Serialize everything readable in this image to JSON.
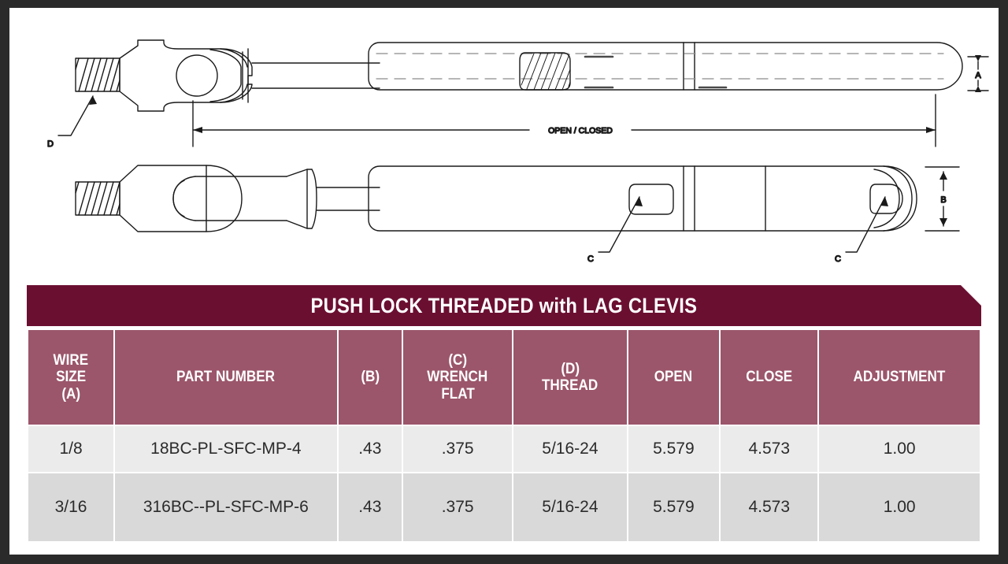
{
  "banner": {
    "title": "PUSH LOCK THREADED with LAG CLEVIS"
  },
  "drawing": {
    "dimension_open_closed": "OPEN / CLOSED",
    "label_a": "A",
    "label_b": "B",
    "label_c_left": "C",
    "label_c_right": "C",
    "label_d": "D"
  },
  "table": {
    "headers": [
      {
        "line1": "WIRE",
        "line2": "SIZE",
        "line3": "(A)"
      },
      {
        "line1": "PART NUMBER",
        "line2": "",
        "line3": ""
      },
      {
        "line1": "(B)",
        "line2": "",
        "line3": ""
      },
      {
        "line1": "(C)",
        "line2": "WRENCH",
        "line3": "FLAT"
      },
      {
        "line1": "(D)",
        "line2": "THREAD",
        "line3": ""
      },
      {
        "line1": "OPEN",
        "line2": "",
        "line3": ""
      },
      {
        "line1": "CLOSE",
        "line2": "",
        "line3": ""
      },
      {
        "line1": "ADJUSTMENT",
        "line2": "",
        "line3": ""
      }
    ],
    "rows": [
      {
        "wire_size": "1/8",
        "part_number": "18BC-PL-SFC-MP-4",
        "b": ".43",
        "wrench_flat": ".375",
        "thread": "5/16-24",
        "open": "5.579",
        "close": "4.573",
        "adjustment": "1.00"
      },
      {
        "wire_size": "3/16",
        "part_number": "316BC--PL-SFC-MP-6",
        "b": ".43",
        "wrench_flat": ".375",
        "thread": "5/16-24",
        "open": "5.579",
        "close": "4.573",
        "adjustment": "1.00"
      }
    ]
  },
  "colors": {
    "banner_bg": "#6B0F31",
    "header_bg": "#9B566B",
    "row_a_bg": "#ebebeb",
    "row_b_bg": "#d9d9da",
    "frame": "#2b2a2a",
    "line": "#1a1a1a"
  }
}
